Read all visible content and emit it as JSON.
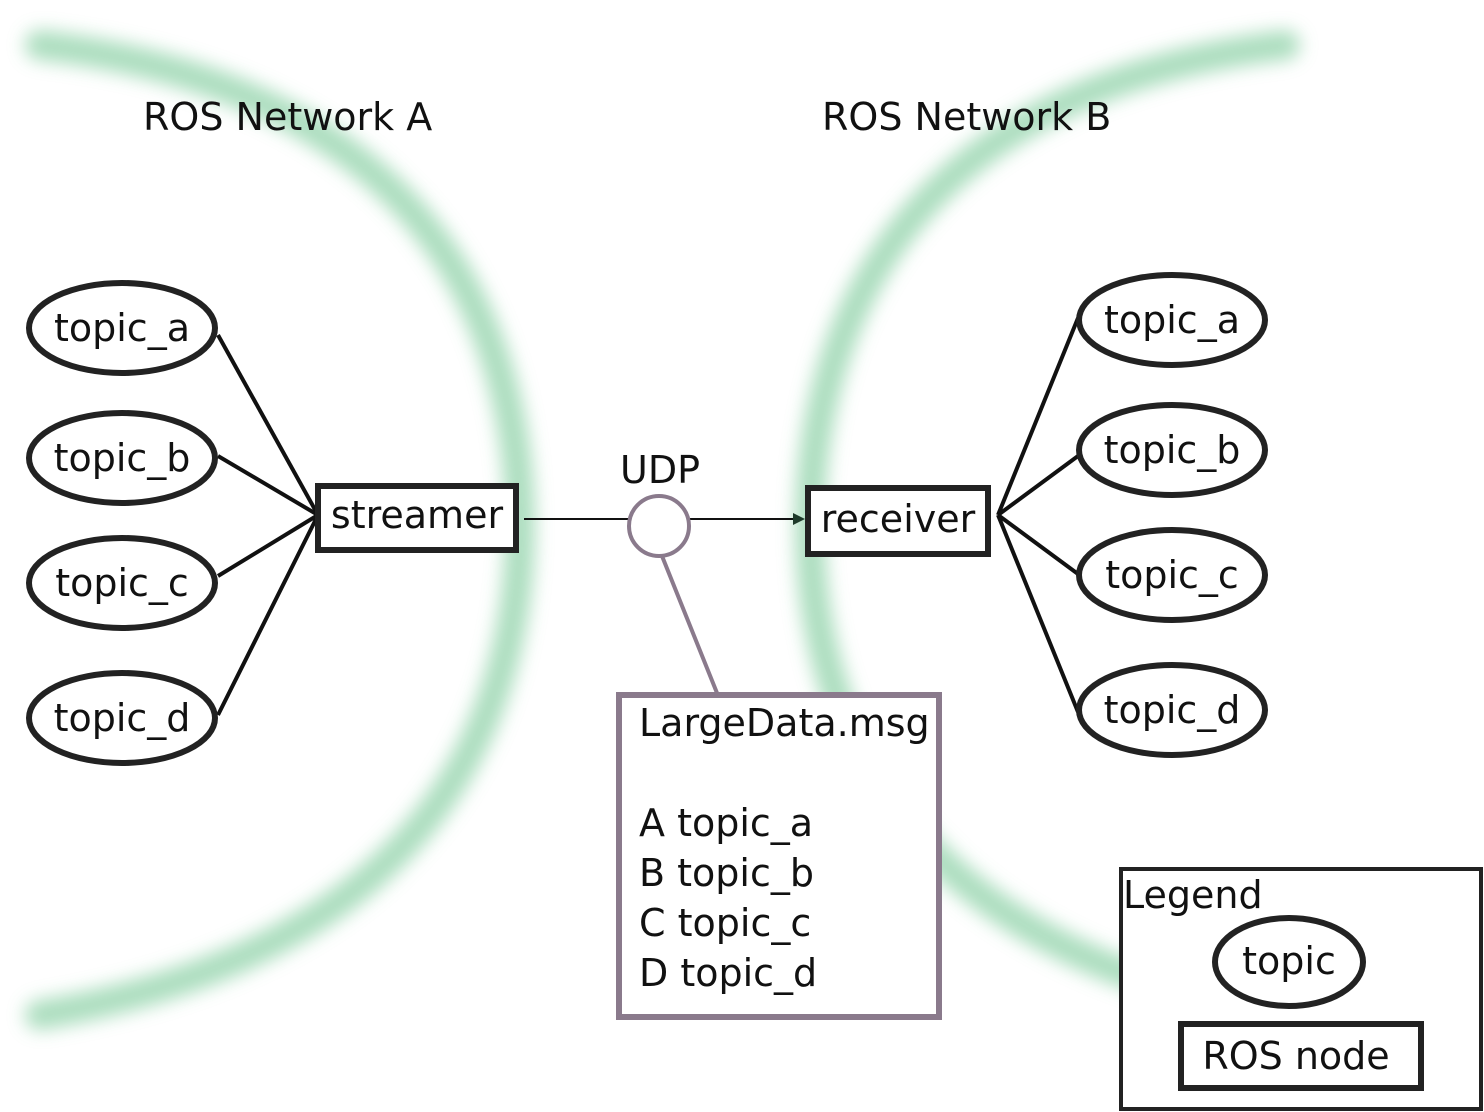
{
  "network_a": {
    "title": "ROS Network A",
    "topics": [
      "topic_a",
      "topic_b",
      "topic_c",
      "topic_d"
    ],
    "node": "streamer"
  },
  "network_b": {
    "title": "ROS Network B",
    "topics": [
      "topic_a",
      "topic_b",
      "topic_c",
      "topic_d"
    ],
    "node": "receiver"
  },
  "link": {
    "protocol": "UDP"
  },
  "message": {
    "name": "LargeData.msg",
    "fields": [
      "A topic_a",
      "B topic_b",
      "C topic_c",
      "D topic_d"
    ]
  },
  "legend": {
    "title": "Legend",
    "topic_label": "topic",
    "node_label": "ROS node"
  },
  "colors": {
    "boundary": "#9ed8b4",
    "message_accent": "#8a7a8c",
    "stroke": "#222222"
  }
}
